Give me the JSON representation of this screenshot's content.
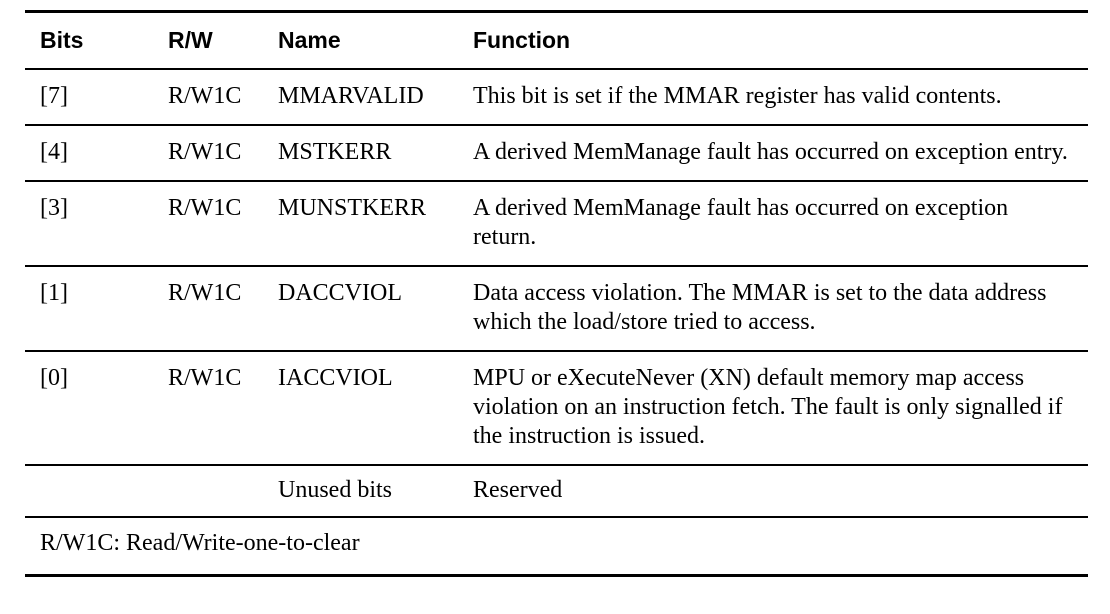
{
  "table": {
    "columns": [
      {
        "key": "bits",
        "label": "Bits"
      },
      {
        "key": "rw",
        "label": "R/W"
      },
      {
        "key": "name",
        "label": "Name"
      },
      {
        "key": "function",
        "label": "Function"
      }
    ],
    "rows": [
      {
        "bits": "[7]",
        "rw": "R/W1C",
        "name": "MMARVALID",
        "function": "This bit is set if the MMAR register has valid contents."
      },
      {
        "bits": "[4]",
        "rw": "R/W1C",
        "name": "MSTKERR",
        "function": "A derived MemManage fault has occurred on exception entry."
      },
      {
        "bits": "[3]",
        "rw": "R/W1C",
        "name": "MUNSTKERR",
        "function": "A derived MemManage fault has occurred on exception return."
      },
      {
        "bits": "[1]",
        "rw": "R/W1C",
        "name": "DACCVIOL",
        "function": "Data access violation. The MMAR is set to the data address which the load/store tried to access."
      },
      {
        "bits": "[0]",
        "rw": "R/W1C",
        "name": "IACCVIOL",
        "function": "MPU or eXecuteNever (XN) default memory map access violation on an instruction fetch. The fault is only signalled if the instruction is issued."
      },
      {
        "bits": "",
        "rw": "",
        "name": "Unused bits",
        "function": "Reserved"
      }
    ],
    "footnote": "R/W1C: Read/Write-one-to-clear"
  },
  "colors": {
    "text": "#000000",
    "rule": "#000000",
    "background": "#ffffff"
  }
}
